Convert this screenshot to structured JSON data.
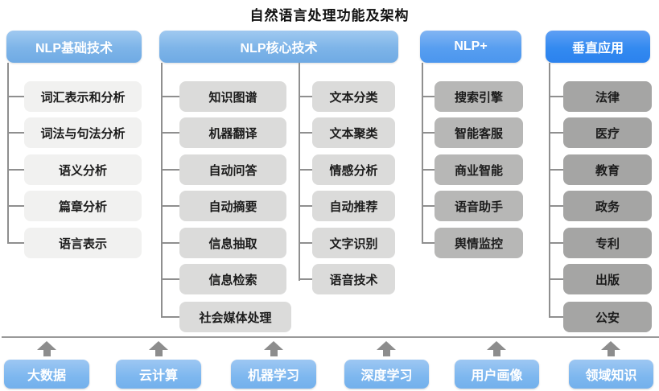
{
  "title": "自然语言处理功能及架构",
  "columns": [
    {
      "header": "NLP基础技术",
      "items": [
        "词汇表示和分析",
        "词法与句法分析",
        "语义分析",
        "篇章分析",
        "语言表示"
      ]
    },
    {
      "header": "NLP核心技术",
      "left": [
        "知识图谱",
        "机器翻译",
        "自动问答",
        "自动摘要",
        "信息抽取",
        "信息检索",
        "社会媒体处理"
      ],
      "right": [
        "文本分类",
        "文本聚类",
        "情感分析",
        "自动推荐",
        "文字识别",
        "语音技术"
      ]
    },
    {
      "header": "NLP+",
      "items": [
        "搜索引擎",
        "智能客服",
        "商业智能",
        "语音助手",
        "舆情监控"
      ]
    },
    {
      "header": "垂直应用",
      "items": [
        "法律",
        "医疗",
        "教育",
        "政务",
        "专利",
        "出版",
        "公安"
      ]
    }
  ],
  "foundation": [
    "大数据",
    "云计算",
    "机器学习",
    "深度学习",
    "用户画像",
    "领域知识"
  ],
  "colors": {
    "header_soft_blue": "#7db4e8",
    "header_mid_blue": "#579ef0",
    "header_bright_blue": "#2f86f0",
    "foundation_blue": "#7db7ef",
    "box_gray_level1": "#f1f1f0",
    "box_gray_level2": "#dbdbda",
    "box_gray_level3": "#b7b7b6",
    "box_gray_level4": "#a5a5a4",
    "connector_gray": "#8f8f8f",
    "arrow_gray": "#8d8d8d",
    "title_color": "#111111"
  }
}
